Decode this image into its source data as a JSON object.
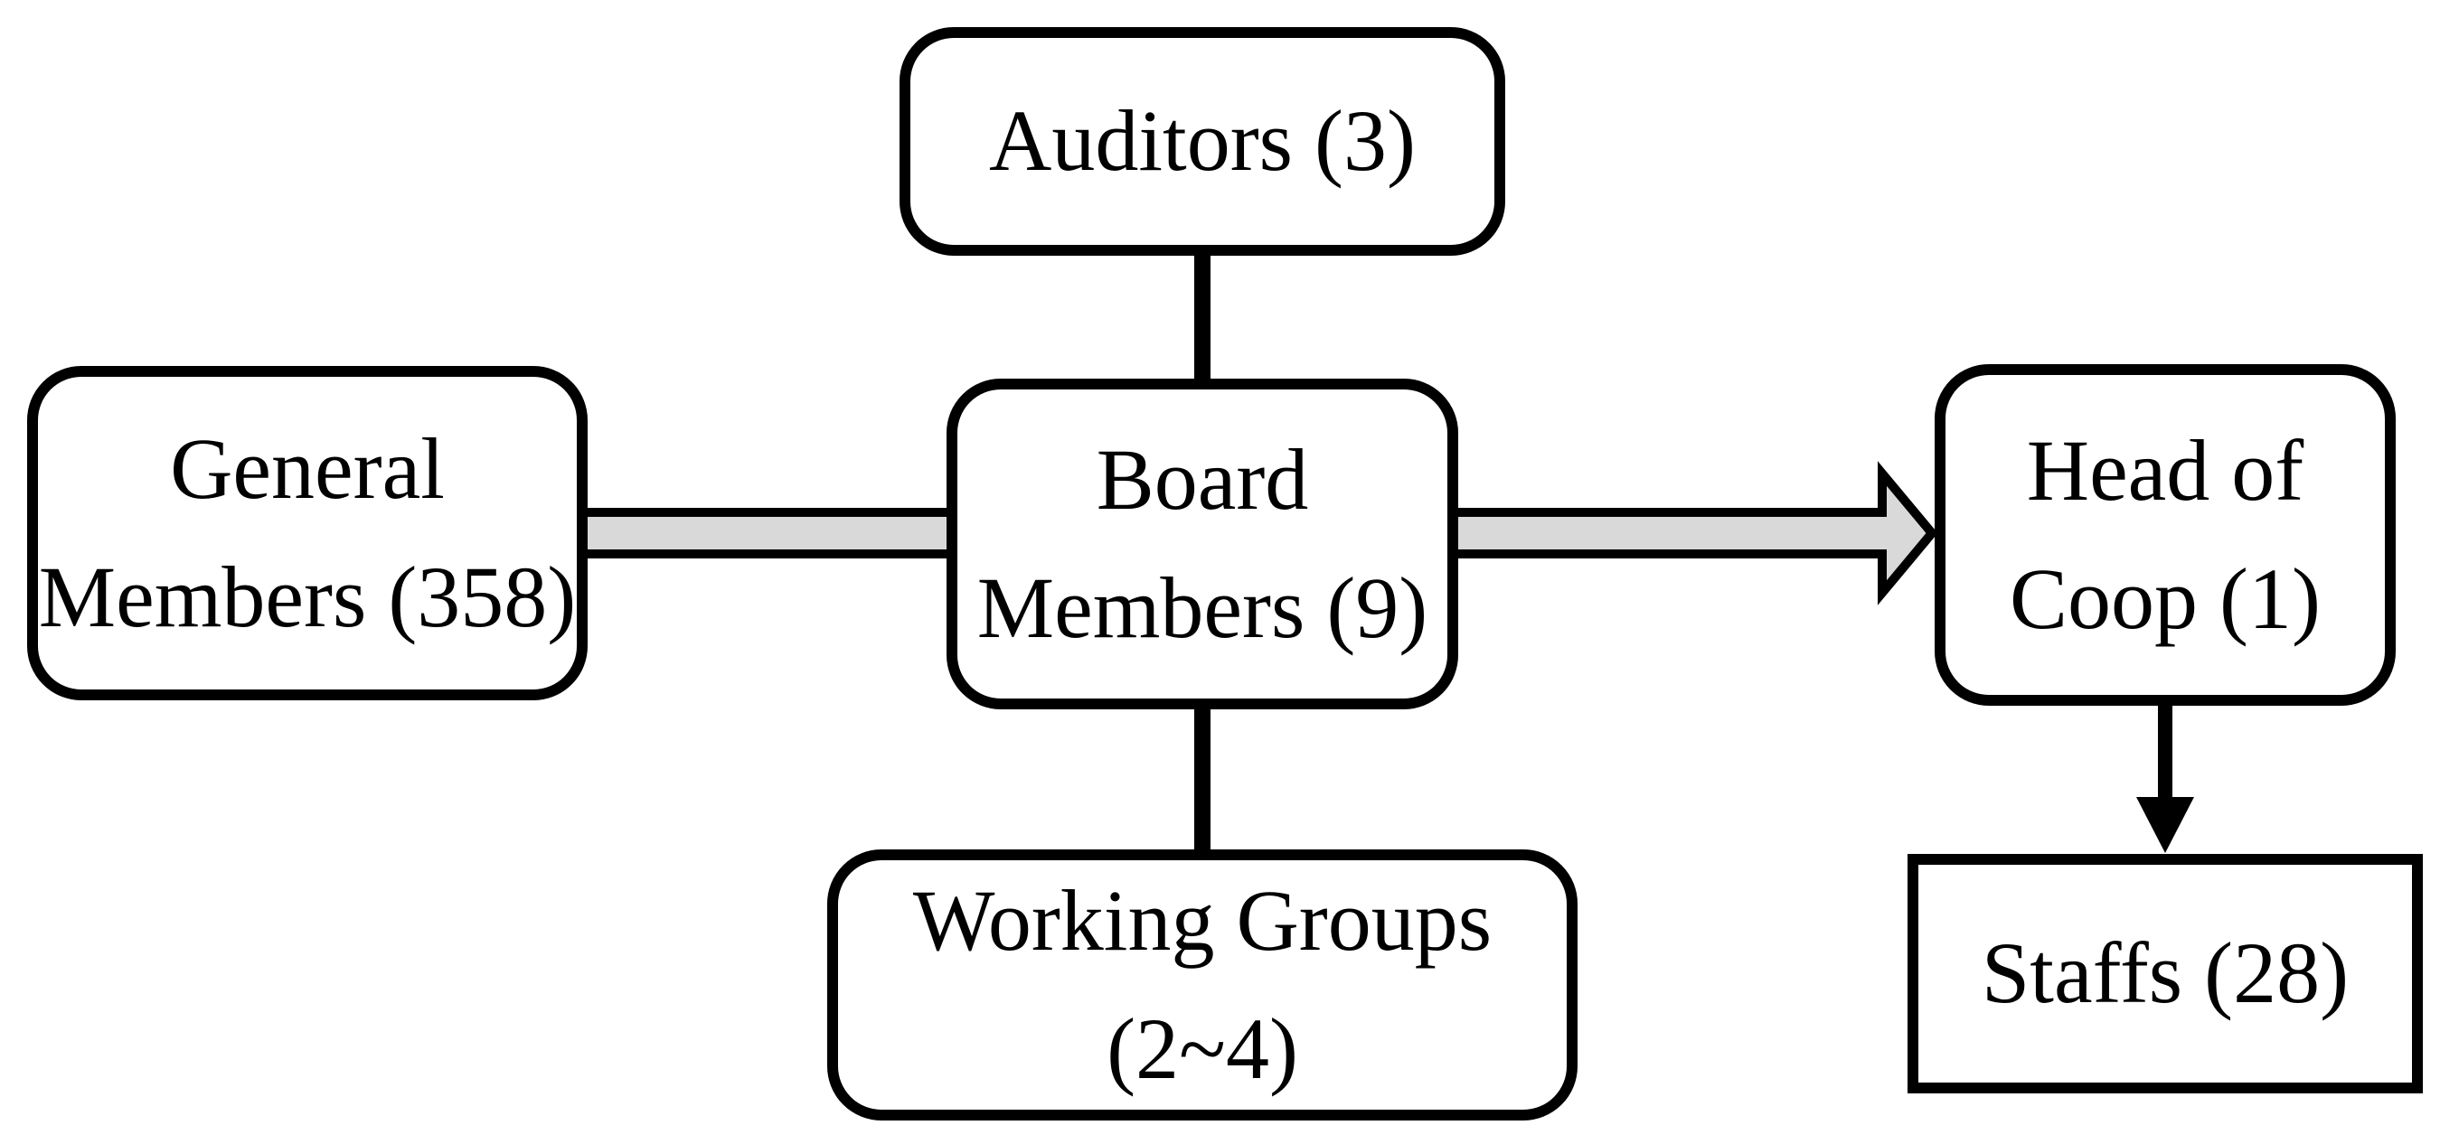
{
  "nodes": {
    "auditors": {
      "label": "Auditors (3)"
    },
    "general_members": {
      "line1": "General",
      "line2": "Members (358)"
    },
    "board_members": {
      "line1": "Board",
      "line2": "Members (9)"
    },
    "head_of_coop": {
      "line1": "Head of",
      "line2": "Coop (1)"
    },
    "working_groups": {
      "line1": "Working Groups",
      "line2": "(2~4)"
    },
    "staffs": {
      "label": "Staffs (28)"
    }
  },
  "connectors": [
    {
      "from": "Auditors (3)",
      "to": "Board Members (9)",
      "style": "thick-black-line"
    },
    {
      "from": "General Members (358)",
      "to": "Board Members (9)",
      "style": "gray-outlined-band"
    },
    {
      "from": "Board Members (9)",
      "to": "Head of Coop (1)",
      "style": "gray-block-arrow-right"
    },
    {
      "from": "Board Members (9)",
      "to": "Working Groups (2~4)",
      "style": "thick-black-line"
    },
    {
      "from": "Head of Coop (1)",
      "to": "Staffs (28)",
      "style": "black-arrow-down"
    }
  ],
  "colors": {
    "background": "#ffffff",
    "node_fill": "#ffffff",
    "stroke": "#000000",
    "band_fill": "#d9d9d9"
  }
}
